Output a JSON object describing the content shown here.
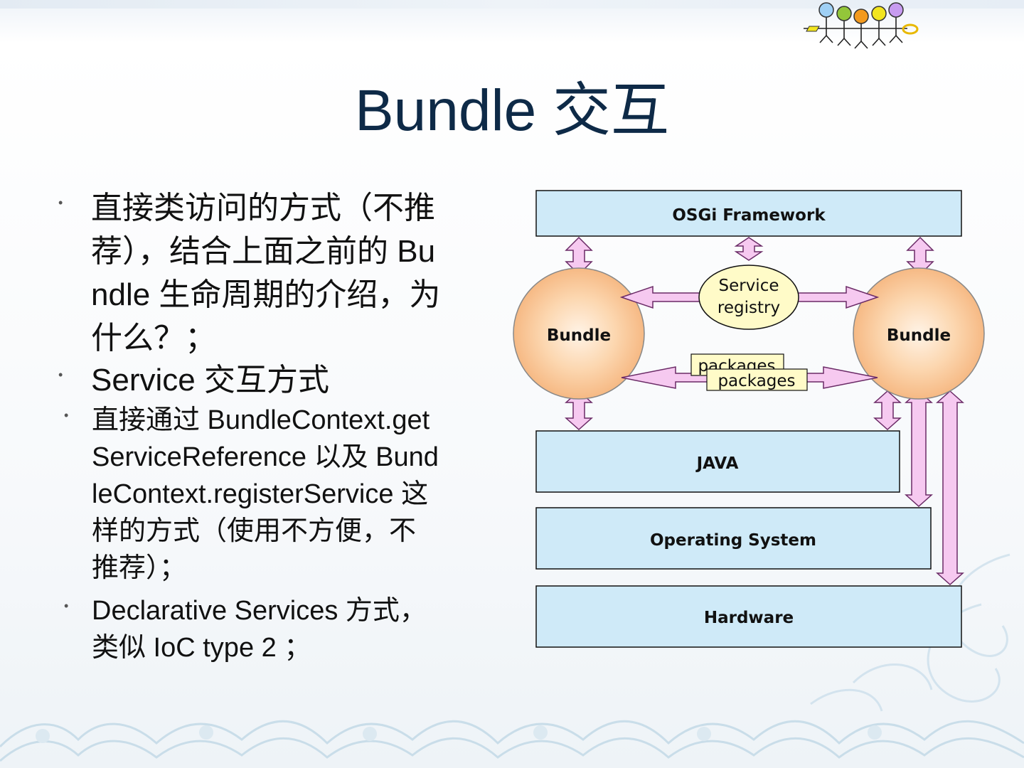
{
  "title": "Bundle 交互",
  "bullets": [
    {
      "lines": [
        "直接类访问的方式（不推",
        "荐），结合上面之前的 Bu",
        "ndle 生命周期的介绍，为",
        "什么？；"
      ]
    },
    {
      "lines": [
        "Service 交互方式"
      ],
      "sub": [
        {
          "lines": [
            "直接通过 BundleContext.get",
            "ServiceReference 以及 Bund",
            "leContext.registerService 这",
            "样的方式（使用不方便，不",
            "推荐）；"
          ]
        },
        {
          "lines": [
            "Declarative Services 方式，",
            "类似 IoC type 2 ；"
          ]
        }
      ]
    }
  ],
  "diagram": {
    "osgi_framework": "OSGi Framework",
    "service_registry_line1": "Service",
    "service_registry_line2": "registry",
    "bundle_left": "Bundle",
    "bundle_right": "Bundle",
    "packages_back": "packages",
    "packages_front": "packages",
    "java": "JAVA",
    "operating_system": "Operating System",
    "hardware": "Hardware"
  },
  "colors": {
    "title": "#0e2a47",
    "layer_box_fill": "#cfeaf8",
    "arrow_fill": "#f6c9f0",
    "arrow_stroke": "#6a2a66",
    "registry_fill": "#fffbc8",
    "bundle_fill": "#f9c99c"
  },
  "logo": "stick-figure-people-logo"
}
